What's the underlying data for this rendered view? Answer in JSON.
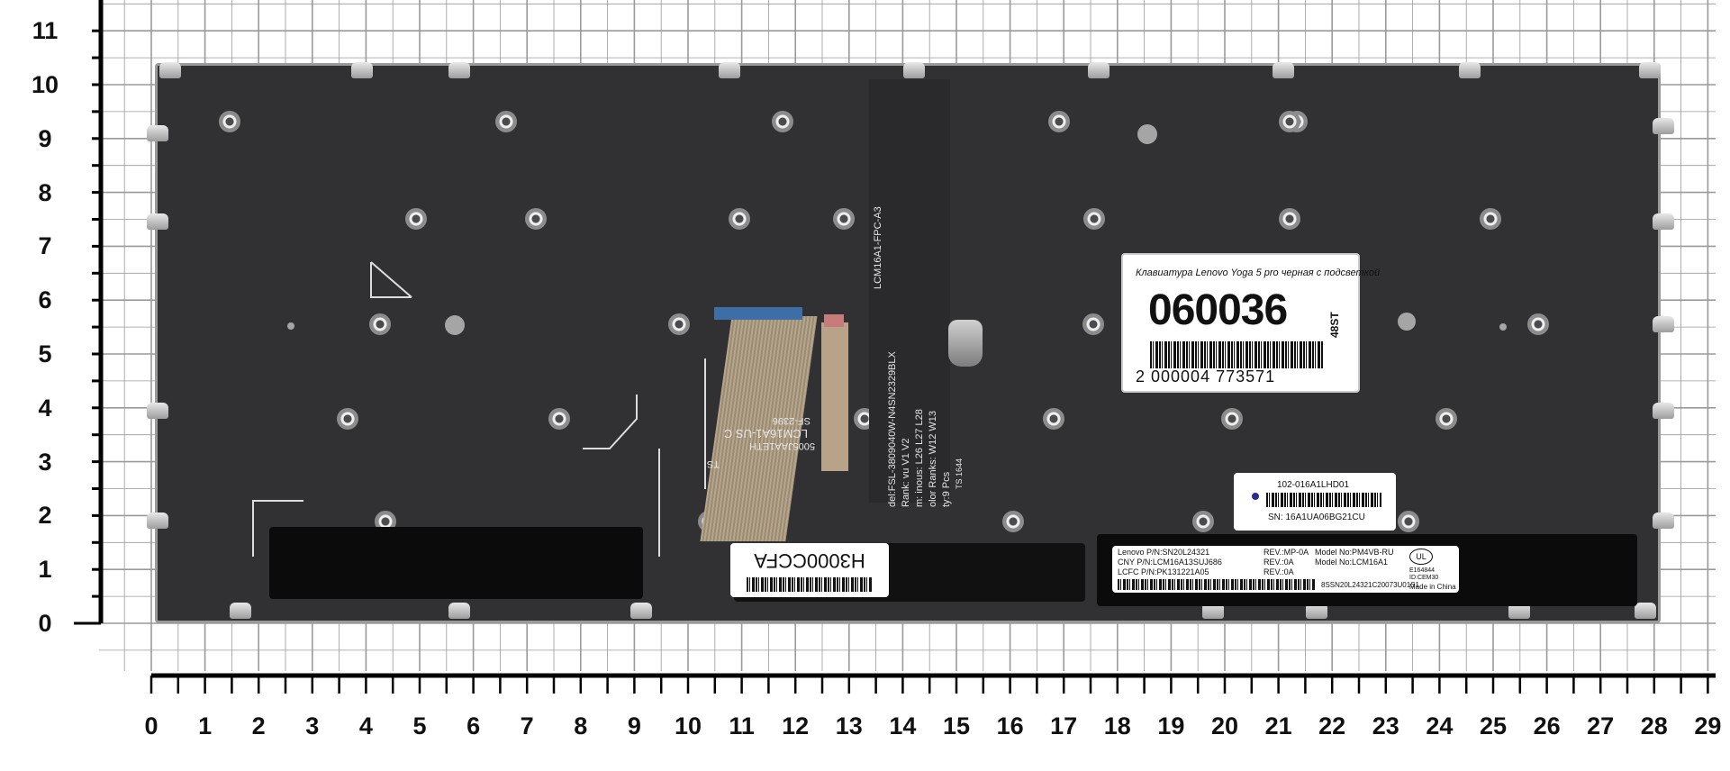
{
  "grid": {
    "y_ticks": [
      "0",
      "1",
      "2",
      "3",
      "4",
      "5",
      "6",
      "7",
      "8",
      "9",
      "10",
      "11"
    ],
    "x_ticks": [
      "0",
      "1",
      "2",
      "3",
      "4",
      "5",
      "6",
      "7",
      "8",
      "9",
      "10",
      "11",
      "12",
      "13",
      "14",
      "15",
      "16",
      "17",
      "18",
      "19",
      "20",
      "21",
      "22",
      "23",
      "24",
      "25",
      "26",
      "27",
      "28",
      "29"
    ]
  },
  "price_sticker": {
    "title": "Клавиатура Lenovo Yoga 5 pro черная с подсветкой",
    "number": "060036",
    "side_code": "48ST",
    "barcode_text": "2 000004 773571"
  },
  "serial_sticker": {
    "part": "102-016A1LHD01",
    "sn": "SN: 16A1UA06BG21CU"
  },
  "lenovo_label": {
    "lines": [
      "Lenovo P/N:SN20L24321",
      "CNY P/N:LCM16A13SUJ686",
      "LCFC P/N:PK131221A05"
    ],
    "rev": [
      "REV.:MP-0A",
      "REV.:0A",
      "REV.:0A"
    ],
    "model": [
      "Model No:PM4VB-RU",
      "Model No:LCM16A1"
    ],
    "cert": [
      "E164844",
      "ID:CEM30"
    ],
    "bottom_code": "8SSN20L24321C20073U01S1",
    "made_in": "Made in China"
  },
  "h_label": {
    "code": "H3000CCFA"
  },
  "pcb_text": {
    "fpc": "LCM16A1-FPC-A3",
    "cable_a": "LCM16A1-US C",
    "cable_b": "SF-2396",
    "cable_c": "5005JAA1ETH",
    "cable_d": "TS",
    "model_line": "del:FSL-3809040W-N4SN2329BLX",
    "rank_line": "Rank: vu V1 V2",
    "lum_line": "m: inous: L26 L27 L28",
    "color_line": "olor Ranks: W12 W13",
    "qty_line": "ty:9 Pcs",
    "ts": "TS 1644"
  },
  "colors": {
    "board": "#313033",
    "grid_line": "#9a9a9a",
    "axis": "#000000"
  }
}
